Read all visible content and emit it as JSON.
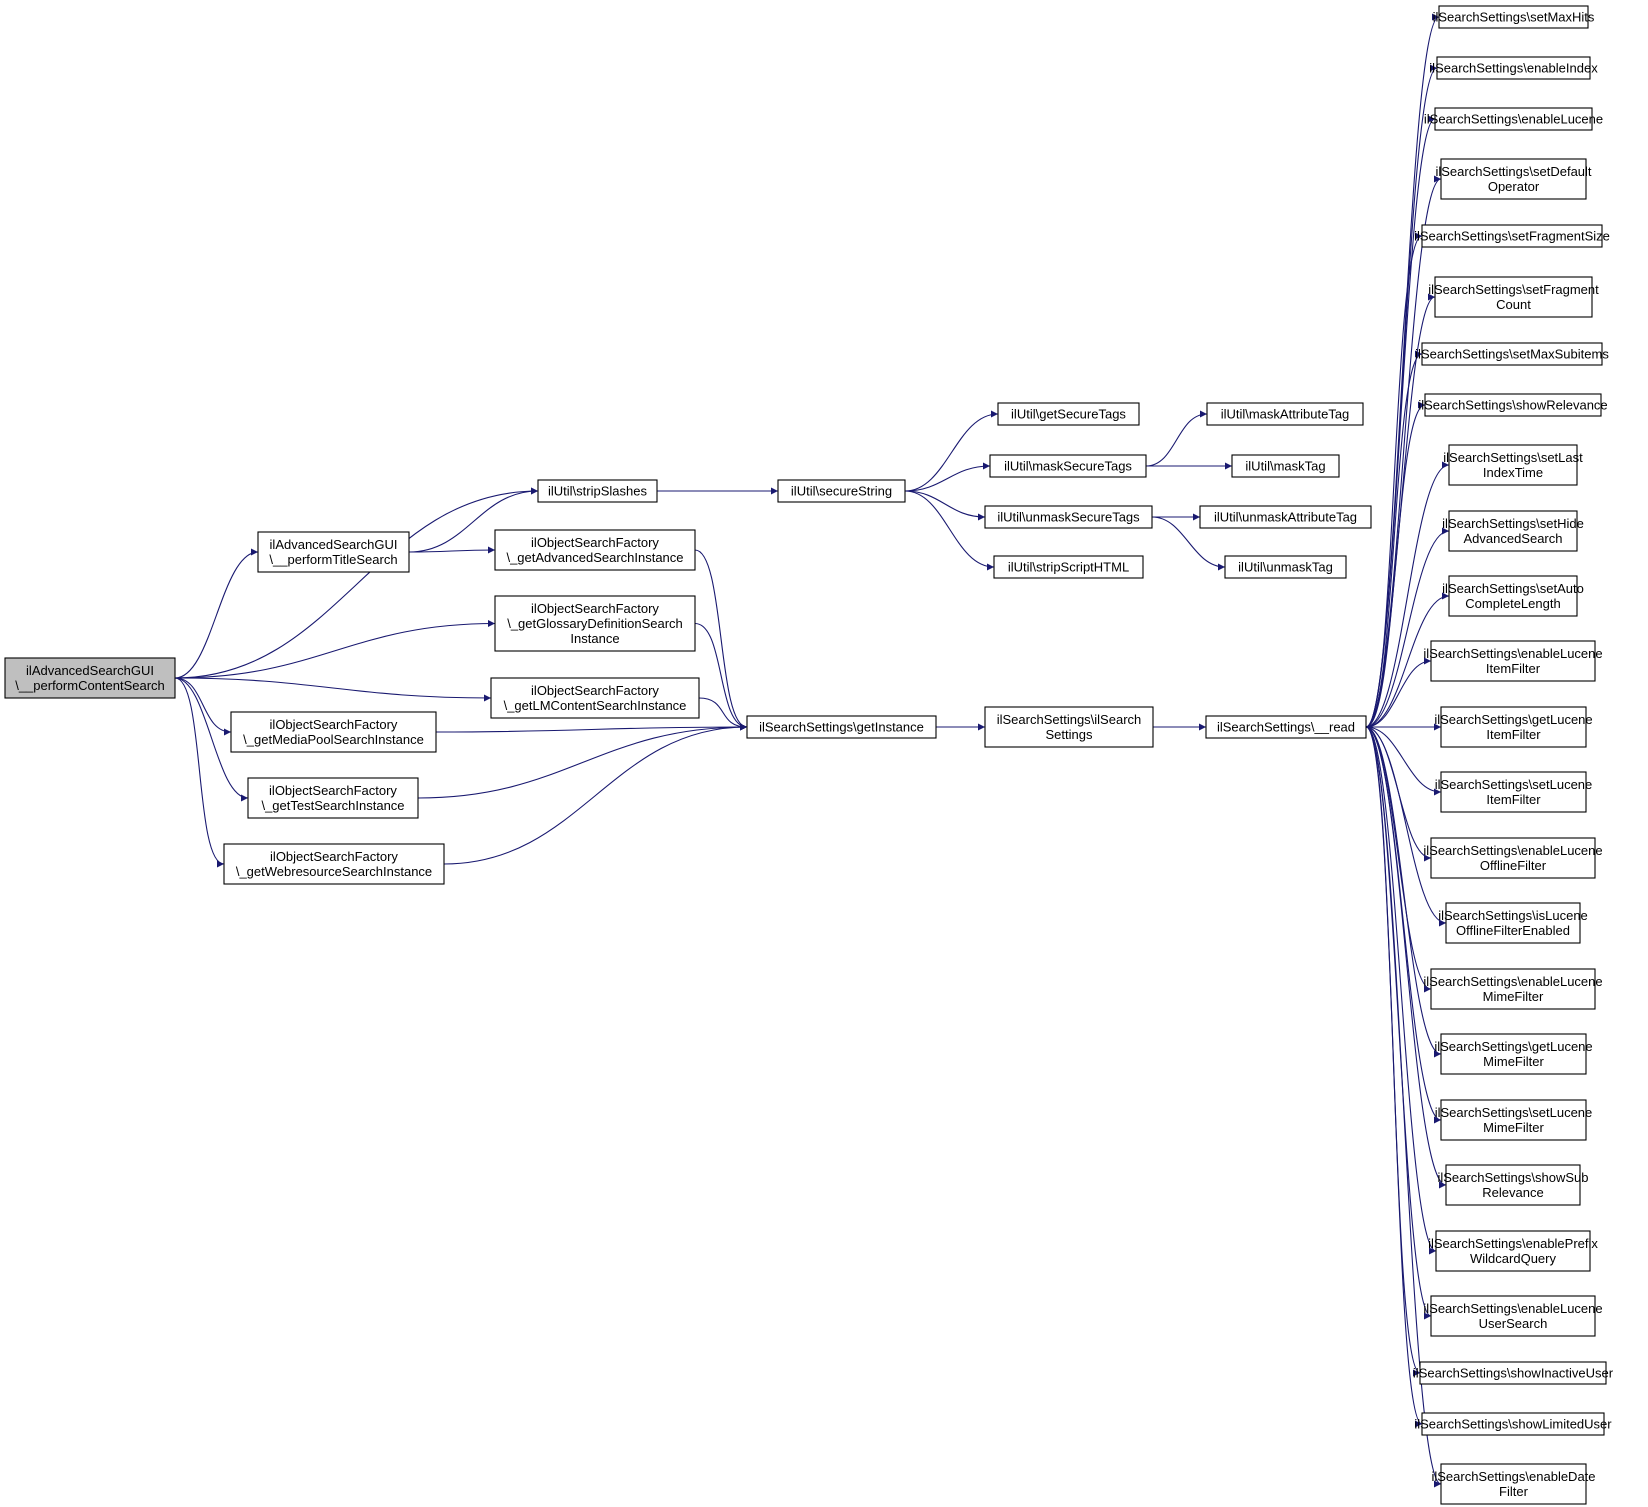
{
  "colors": {
    "edge": "#191970",
    "node_fill": "#ffffff",
    "root_fill": "#bfbfbf",
    "node_border": "#000000"
  },
  "nodes": [
    {
      "id": "root",
      "lines": [
        "ilAdvancedSearchGUI",
        "\\__performContentSearch"
      ],
      "highlight": true
    },
    {
      "id": "stripSlashes",
      "lines": [
        "ilUtil\\stripSlashes"
      ]
    },
    {
      "id": "titleSearch",
      "lines": [
        "ilAdvancedSearchGUI",
        "\\__performTitleSearch"
      ]
    },
    {
      "id": "advInst",
      "lines": [
        "ilObjectSearchFactory",
        "\\_getAdvancedSearchInstance"
      ]
    },
    {
      "id": "glossInst",
      "lines": [
        "ilObjectSearchFactory",
        "\\_getGlossaryDefinitionSearch",
        "Instance"
      ]
    },
    {
      "id": "lmInst",
      "lines": [
        "ilObjectSearchFactory",
        "\\_getLMContentSearchInstance"
      ]
    },
    {
      "id": "mediaInst",
      "lines": [
        "ilObjectSearchFactory",
        "\\_getMediaPoolSearchInstance"
      ]
    },
    {
      "id": "testInst",
      "lines": [
        "ilObjectSearchFactory",
        "\\_getTestSearchInstance"
      ]
    },
    {
      "id": "webInst",
      "lines": [
        "ilObjectSearchFactory",
        "\\_getWebresourceSearchInstance"
      ]
    },
    {
      "id": "secureString",
      "lines": [
        "ilUtil\\secureString"
      ]
    },
    {
      "id": "getSecureTags",
      "lines": [
        "ilUtil\\getSecureTags"
      ]
    },
    {
      "id": "maskSecureTags",
      "lines": [
        "ilUtil\\maskSecureTags"
      ]
    },
    {
      "id": "unmaskSecureTags",
      "lines": [
        "ilUtil\\unmaskSecureTags"
      ]
    },
    {
      "id": "stripScriptHTML",
      "lines": [
        "ilUtil\\stripScriptHTML"
      ]
    },
    {
      "id": "maskAttributeTag",
      "lines": [
        "ilUtil\\maskAttributeTag"
      ]
    },
    {
      "id": "maskTag",
      "lines": [
        "ilUtil\\maskTag"
      ]
    },
    {
      "id": "unmaskAttributeTag",
      "lines": [
        "ilUtil\\unmaskAttributeTag"
      ]
    },
    {
      "id": "unmaskTag",
      "lines": [
        "ilUtil\\unmaskTag"
      ]
    },
    {
      "id": "getInstance",
      "lines": [
        "ilSearchSettings\\getInstance"
      ]
    },
    {
      "id": "ctor",
      "lines": [
        "ilSearchSettings\\ilSearch",
        "Settings"
      ]
    },
    {
      "id": "read",
      "lines": [
        "ilSearchSettings\\__read"
      ]
    },
    {
      "id": "setMaxHits",
      "lines": [
        "ilSearchSettings\\setMaxHits"
      ]
    },
    {
      "id": "enableIndex",
      "lines": [
        "ilSearchSettings\\enableIndex"
      ]
    },
    {
      "id": "enableLucene",
      "lines": [
        "ilSearchSettings\\enableLucene"
      ]
    },
    {
      "id": "setDefaultOperator",
      "lines": [
        "ilSearchSettings\\setDefault",
        "Operator"
      ]
    },
    {
      "id": "setFragmentSize",
      "lines": [
        "ilSearchSettings\\setFragmentSize"
      ]
    },
    {
      "id": "setFragmentCount",
      "lines": [
        "ilSearchSettings\\setFragment",
        "Count"
      ]
    },
    {
      "id": "setMaxSubitems",
      "lines": [
        "ilSearchSettings\\setMaxSubitems"
      ]
    },
    {
      "id": "showRelevance",
      "lines": [
        "ilSearchSettings\\showRelevance"
      ]
    },
    {
      "id": "setLastIndexTime",
      "lines": [
        "ilSearchSettings\\setLast",
        "IndexTime"
      ]
    },
    {
      "id": "setHideAdvancedSearch",
      "lines": [
        "ilSearchSettings\\setHide",
        "AdvancedSearch"
      ]
    },
    {
      "id": "setAutoCompleteLength",
      "lines": [
        "ilSearchSettings\\setAuto",
        "CompleteLength"
      ]
    },
    {
      "id": "enableLuceneItemFilter",
      "lines": [
        "ilSearchSettings\\enableLucene",
        "ItemFilter"
      ]
    },
    {
      "id": "getLuceneItemFilter",
      "lines": [
        "ilSearchSettings\\getLucene",
        "ItemFilter"
      ]
    },
    {
      "id": "setLuceneItemFilter",
      "lines": [
        "ilSearchSettings\\setLucene",
        "ItemFilter"
      ]
    },
    {
      "id": "enableLuceneOfflineFilter",
      "lines": [
        "ilSearchSettings\\enableLucene",
        "OfflineFilter"
      ]
    },
    {
      "id": "isLuceneOfflineFilterEnabled",
      "lines": [
        "ilSearchSettings\\isLucene",
        "OfflineFilterEnabled"
      ]
    },
    {
      "id": "enableLuceneMimeFilter",
      "lines": [
        "ilSearchSettings\\enableLucene",
        "MimeFilter"
      ]
    },
    {
      "id": "getLuceneMimeFilter",
      "lines": [
        "ilSearchSettings\\getLucene",
        "MimeFilter"
      ]
    },
    {
      "id": "setLuceneMimeFilter",
      "lines": [
        "ilSearchSettings\\setLucene",
        "MimeFilter"
      ]
    },
    {
      "id": "showSubRelevance",
      "lines": [
        "ilSearchSettings\\showSub",
        "Relevance"
      ]
    },
    {
      "id": "enablePrefixWildcardQuery",
      "lines": [
        "ilSearchSettings\\enablePrefix",
        "WildcardQuery"
      ]
    },
    {
      "id": "enableLuceneUserSearch",
      "lines": [
        "ilSearchSettings\\enableLucene",
        "UserSearch"
      ]
    },
    {
      "id": "showInactiveUser",
      "lines": [
        "ilSearchSettings\\showInactiveUser"
      ]
    },
    {
      "id": "showLimitedUser",
      "lines": [
        "ilSearchSettings\\showLimitedUser"
      ]
    },
    {
      "id": "enableDateFilter",
      "lines": [
        "ilSearchSettings\\enableDate",
        "Filter"
      ]
    }
  ],
  "edges": [
    [
      "root",
      "stripSlashes"
    ],
    [
      "root",
      "titleSearch"
    ],
    [
      "root",
      "glossInst"
    ],
    [
      "root",
      "lmInst"
    ],
    [
      "root",
      "mediaInst"
    ],
    [
      "root",
      "testInst"
    ],
    [
      "root",
      "webInst"
    ],
    [
      "titleSearch",
      "stripSlashes"
    ],
    [
      "titleSearch",
      "advInst"
    ],
    [
      "stripSlashes",
      "secureString"
    ],
    [
      "secureString",
      "getSecureTags"
    ],
    [
      "secureString",
      "maskSecureTags"
    ],
    [
      "secureString",
      "unmaskSecureTags"
    ],
    [
      "secureString",
      "stripScriptHTML"
    ],
    [
      "maskSecureTags",
      "maskAttributeTag"
    ],
    [
      "maskSecureTags",
      "maskTag"
    ],
    [
      "unmaskSecureTags",
      "unmaskAttributeTag"
    ],
    [
      "unmaskSecureTags",
      "unmaskTag"
    ],
    [
      "advInst",
      "getInstance"
    ],
    [
      "glossInst",
      "getInstance"
    ],
    [
      "lmInst",
      "getInstance"
    ],
    [
      "mediaInst",
      "getInstance"
    ],
    [
      "testInst",
      "getInstance"
    ],
    [
      "webInst",
      "getInstance"
    ],
    [
      "getInstance",
      "ctor"
    ],
    [
      "ctor",
      "read"
    ],
    [
      "read",
      "setMaxHits"
    ],
    [
      "read",
      "enableIndex"
    ],
    [
      "read",
      "enableLucene"
    ],
    [
      "read",
      "setDefaultOperator"
    ],
    [
      "read",
      "setFragmentSize"
    ],
    [
      "read",
      "setFragmentCount"
    ],
    [
      "read",
      "setMaxSubitems"
    ],
    [
      "read",
      "showRelevance"
    ],
    [
      "read",
      "setLastIndexTime"
    ],
    [
      "read",
      "setHideAdvancedSearch"
    ],
    [
      "read",
      "setAutoCompleteLength"
    ],
    [
      "read",
      "enableLuceneItemFilter"
    ],
    [
      "read",
      "getLuceneItemFilter"
    ],
    [
      "read",
      "setLuceneItemFilter"
    ],
    [
      "read",
      "enableLuceneOfflineFilter"
    ],
    [
      "read",
      "isLuceneOfflineFilterEnabled"
    ],
    [
      "read",
      "enableLuceneMimeFilter"
    ],
    [
      "read",
      "getLuceneMimeFilter"
    ],
    [
      "read",
      "setLuceneMimeFilter"
    ],
    [
      "read",
      "showSubRelevance"
    ],
    [
      "read",
      "enablePrefixWildcardQuery"
    ],
    [
      "read",
      "enableLuceneUserSearch"
    ],
    [
      "read",
      "showInactiveUser"
    ],
    [
      "read",
      "showLimitedUser"
    ],
    [
      "read",
      "enableDateFilter"
    ]
  ]
}
